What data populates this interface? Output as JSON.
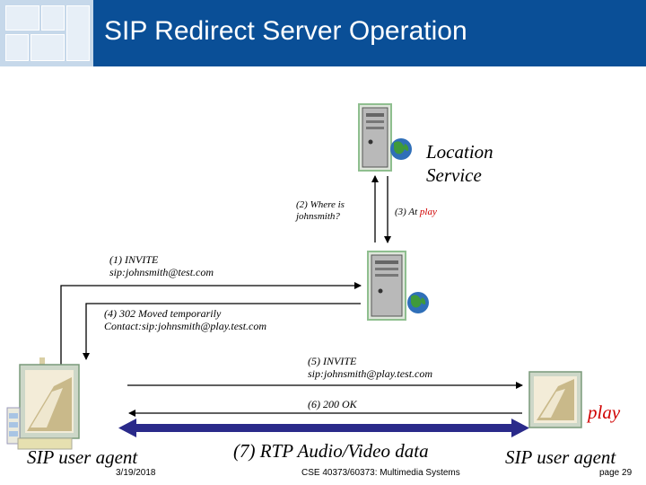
{
  "title": "SIP Redirect Server Operation",
  "location_service": {
    "line1": "Location",
    "line2": "Service"
  },
  "msg2": {
    "line1": "(2) Where is",
    "line2": "johnsmith?"
  },
  "msg3": {
    "prefix": "(3) At ",
    "value": "play"
  },
  "msg1": {
    "line1": "(1)  INVITE",
    "line2": "sip:johnsmith@test.com"
  },
  "msg4": {
    "line1": "(4) 302 Moved temporarily",
    "line2": "Contact:sip:johnsmith@play.test.com"
  },
  "msg5": {
    "line1": "(5) INVITE",
    "line2": "sip:johnsmith@play.test.com"
  },
  "msg6": "(6) 200 OK",
  "play_label": "play",
  "msg7": "(7) RTP Audio/Video data",
  "left_agent": "SIP user agent",
  "right_agent": "SIP user agent",
  "footer": {
    "date": "3/19/2018",
    "course": "CSE 40373/60373: Multimedia Systems",
    "page": "page 29"
  }
}
